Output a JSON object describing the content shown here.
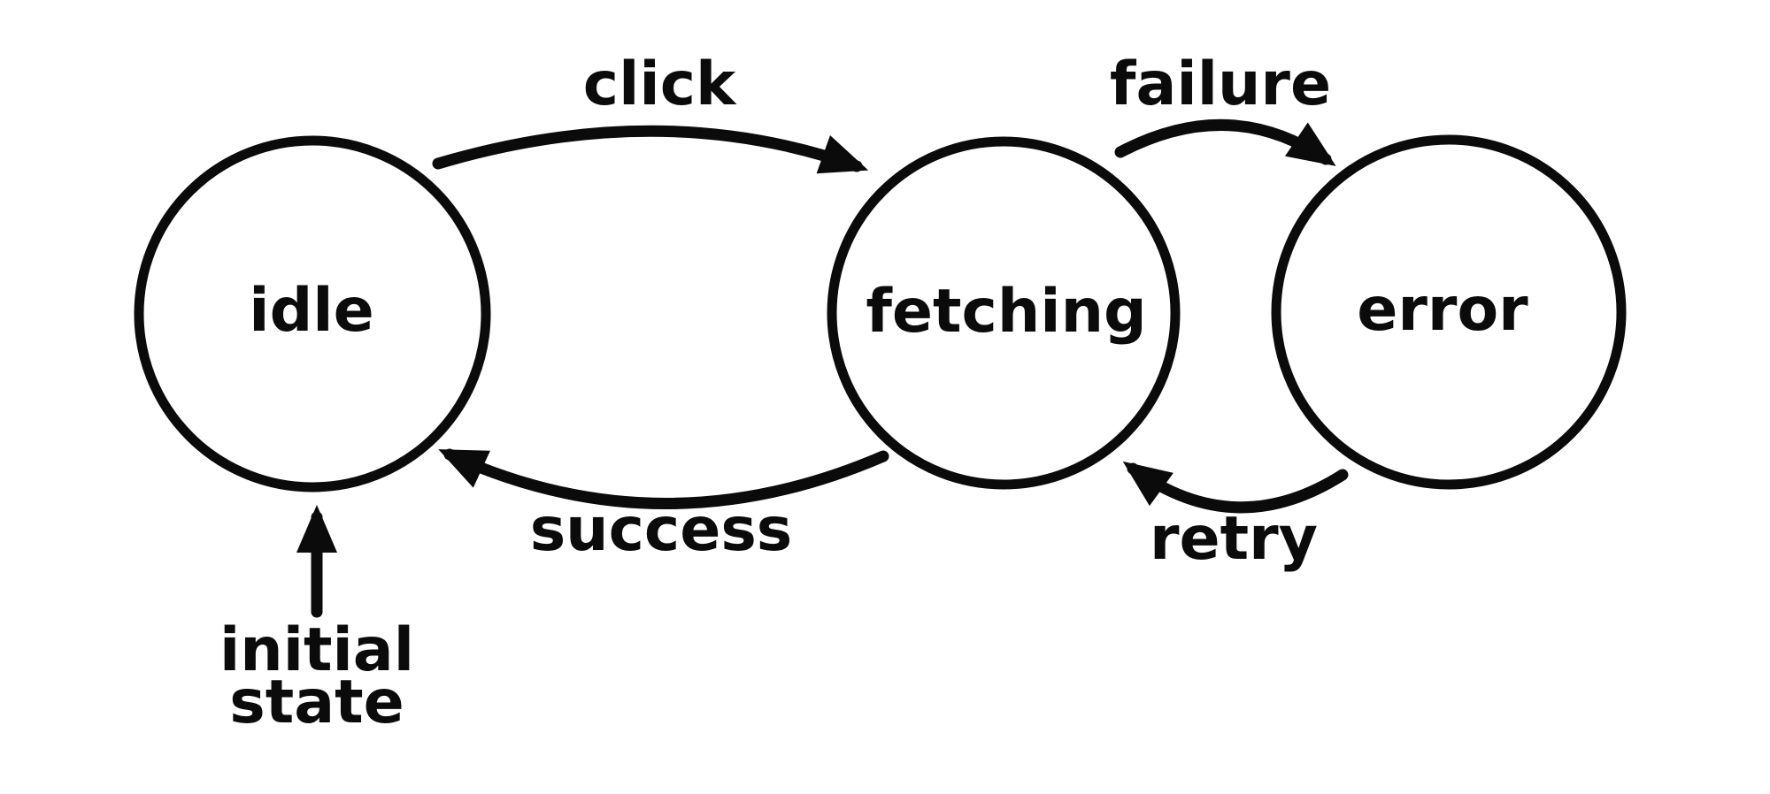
{
  "page": {
    "background_color": "#ffffff",
    "ink_color": "#0b0b0b"
  },
  "diagram": {
    "type": "state-machine",
    "states": [
      {
        "id": "idle",
        "label": "idle"
      },
      {
        "id": "fetching",
        "label": "fetching"
      },
      {
        "id": "error",
        "label": "error"
      }
    ],
    "transitions": [
      {
        "label": "click",
        "from": "idle",
        "to": "fetching"
      },
      {
        "label": "failure",
        "from": "fetching",
        "to": "error"
      },
      {
        "label": "success",
        "from": "fetching",
        "to": "idle"
      },
      {
        "label": "retry",
        "from": "error",
        "to": "fetching"
      }
    ],
    "initial_marker": {
      "label": "initial state",
      "lines": [
        "initial",
        "state"
      ],
      "points_to": "idle"
    }
  }
}
